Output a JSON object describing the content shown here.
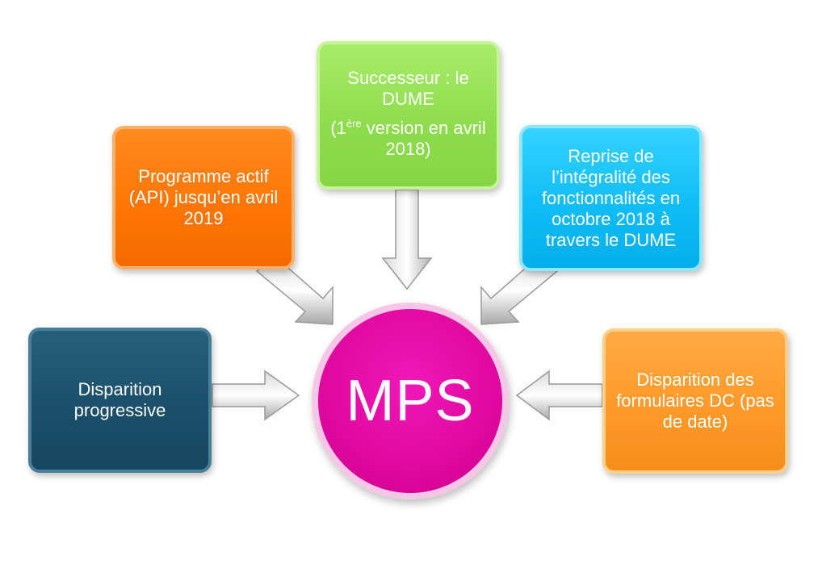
{
  "center": {
    "label": "MPS",
    "color": "#e0089f"
  },
  "nodes": {
    "top": {
      "line1": "Successeur : le DUME",
      "line2_prefix": "(1",
      "line2_sup": "ère",
      "line2_suffix": " version en avril 2018)",
      "color": "#8fdd4e"
    },
    "top_left": {
      "text": "Programme actif (API) jusqu’en avril 2019",
      "color": "#ff7606"
    },
    "top_right": {
      "text": "Reprise de l’intégralité des fonctionnalités en octobre 2018 à travers le DUME",
      "color": "#10bdf7"
    },
    "left": {
      "text": "Disparition progressive",
      "color": "#1b4f6a"
    },
    "right": {
      "text": "Disparition des formulaires DC (pas de date)",
      "color": "#ff9a2a"
    }
  },
  "arrow_color": "#bfbfbf"
}
